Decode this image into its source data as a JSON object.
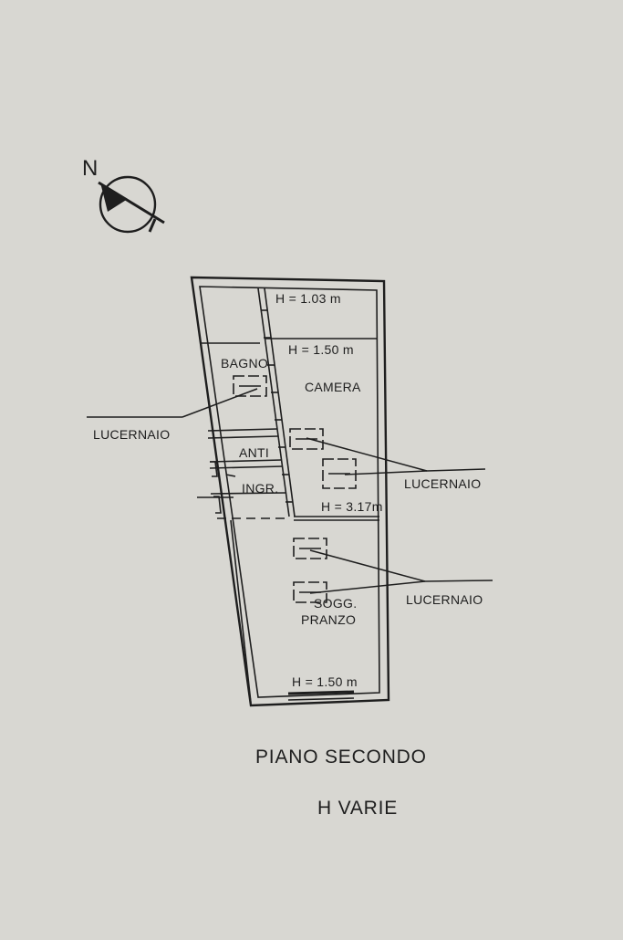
{
  "compass": {
    "label": "N",
    "icon": "north-arrow-icon"
  },
  "rooms": {
    "bagno": "BAGNO",
    "camera": "CAMERA",
    "anti": "ANTI",
    "ingresso": "INGR.",
    "soggiorno_line1": "SOGG.",
    "soggiorno_line2": "PRANZO"
  },
  "heights": {
    "top": "H = 1.03 m",
    "camera": "H = 1.50 m",
    "middle": "H = 3.17m",
    "bottom": "H = 1.50 m"
  },
  "skylights": {
    "left_label": "LUCERNAIO",
    "right_upper_label": "LUCERNAIO",
    "right_lower_label": "LUCERNAIO"
  },
  "footer": {
    "floor_title": "PIANO SECONDO",
    "subtitle": "H VARIE"
  },
  "colors": {
    "paper": "#d8d7d2",
    "ink": "#1e1e1e"
  }
}
